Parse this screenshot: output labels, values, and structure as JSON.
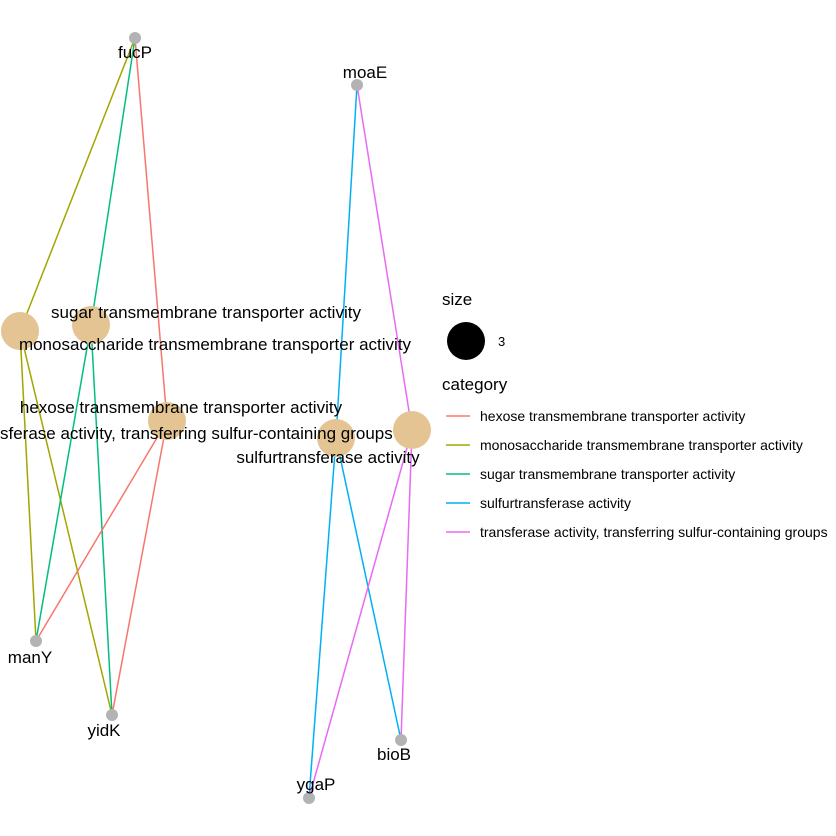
{
  "colors": {
    "gene_node": "#B3B3B3",
    "category_node": "#E5C494",
    "hexose": "#F8766D",
    "monosaccharide": "#A3A500",
    "sugar": "#00BF7D",
    "sulfurtransferase": "#00B0F6",
    "transferase": "#E76BF3"
  },
  "genes": {
    "fucP": "fucP",
    "moaE": "moaE",
    "manY": "manY",
    "yidK": "yidK",
    "bioB": "bioB",
    "ygaP": "ygaP"
  },
  "categories": {
    "sugar": "sugar transmembrane transporter activity",
    "monosaccharide": "monosaccharide transmembrane transporter activity",
    "hexose": "hexose transmembrane transporter activity",
    "transferase_clipped": "sferase activity, transferring sulfur-containing groups",
    "sulfurtransferase": "sulfurtransferase activity"
  },
  "edges": [
    {
      "from": "fucP",
      "to": "monosaccharide",
      "color": "monosaccharide"
    },
    {
      "from": "fucP",
      "to": "sugar",
      "color": "sugar"
    },
    {
      "from": "fucP",
      "to": "hexose",
      "color": "hexose"
    },
    {
      "from": "monosaccharide",
      "to": "manY",
      "color": "monosaccharide"
    },
    {
      "from": "monosaccharide",
      "to": "yidK",
      "color": "monosaccharide"
    },
    {
      "from": "sugar",
      "to": "manY",
      "color": "sugar"
    },
    {
      "from": "sugar",
      "to": "yidK",
      "color": "sugar"
    },
    {
      "from": "hexose",
      "to": "manY",
      "color": "hexose"
    },
    {
      "from": "hexose",
      "to": "yidK",
      "color": "hexose"
    },
    {
      "from": "moaE",
      "to": "sulfurtransferase",
      "color": "sulfurtransferase"
    },
    {
      "from": "moaE",
      "to": "transferase",
      "color": "transferase"
    },
    {
      "from": "sulfurtransferase",
      "to": "ygaP",
      "color": "sulfurtransferase"
    },
    {
      "from": "sulfurtransferase",
      "to": "bioB",
      "color": "sulfurtransferase"
    },
    {
      "from": "transferase",
      "to": "ygaP",
      "color": "transferase"
    },
    {
      "from": "transferase",
      "to": "bioB",
      "color": "transferase"
    }
  ],
  "legend": {
    "size_title": "size",
    "size_value": "3",
    "category_title": "category",
    "items": [
      {
        "label": "hexose transmembrane transporter activity",
        "color": "#F8766D"
      },
      {
        "label": "monosaccharide transmembrane transporter activity",
        "color": "#A3A500"
      },
      {
        "label": "sugar transmembrane transporter activity",
        "color": "#00BF7D"
      },
      {
        "label": "sulfurtransferase activity",
        "color": "#00B0F6"
      },
      {
        "label": "transferase activity, transferring sulfur-containing groups",
        "color": "#E76BF3"
      }
    ]
  }
}
